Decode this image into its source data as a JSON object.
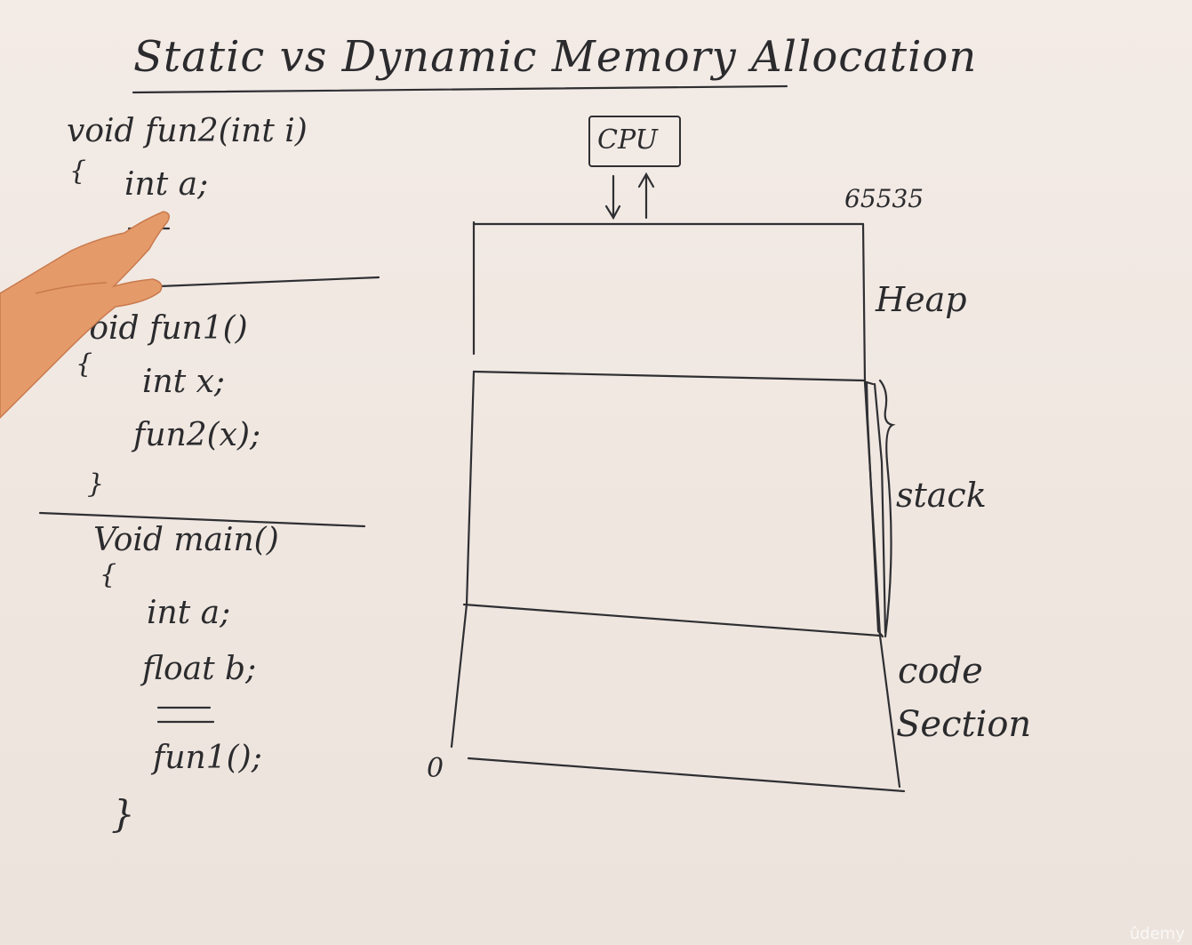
{
  "title": "Static vs Dynamic Memory Allocation",
  "code": {
    "fun2_signature": "void fun2(int i)",
    "fun2_open_brace": "{",
    "fun2_var": "int a;",
    "fun1_signature": "void fun1()",
    "fun1_open_brace": "{",
    "fun1_var": "int x;",
    "fun1_call": "fun2(x);",
    "fun1_close_brace": "}",
    "main_signature": "Void main()",
    "main_open_brace": "{",
    "main_var_a": "int a;",
    "main_var_b": "float b;",
    "main_call": "fun1();",
    "main_close_brace": "}"
  },
  "memory": {
    "cpu_label": "CPU",
    "top_address": "65535",
    "bottom_address": "0",
    "sections": [
      "Heap",
      "stack",
      "code",
      "Section"
    ]
  },
  "watermark": "ûdemy",
  "colors": {
    "board": "#f1e9e3",
    "ink": "#2b2b2e",
    "skin": "#e59a6a"
  }
}
